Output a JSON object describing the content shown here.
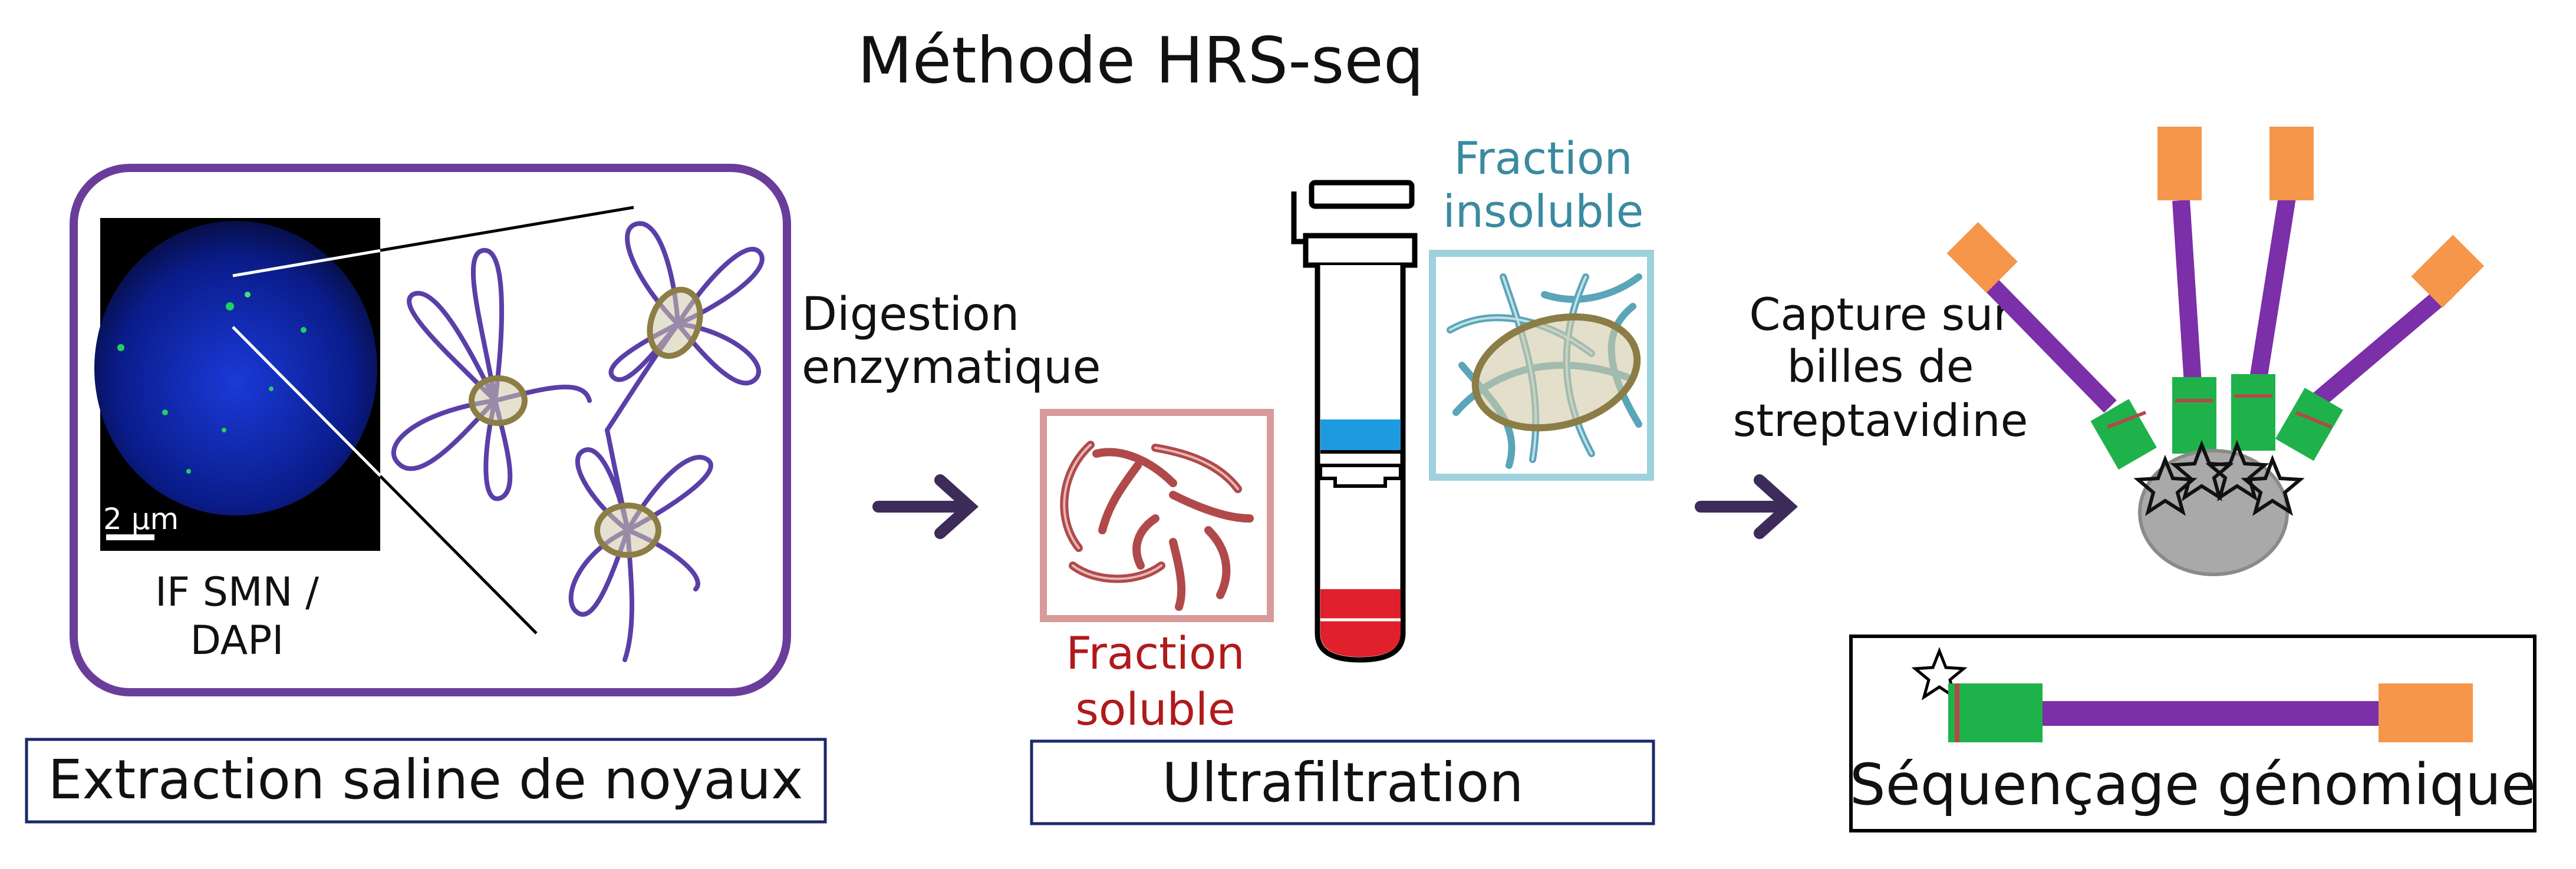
{
  "title": "Méthode HRS-seq",
  "panel1": {
    "scale_bar": "2 µm",
    "caption_line1": "IF SMN /",
    "caption_line2": "DAPI",
    "label": "Extraction saline de noyaux"
  },
  "step1": {
    "line1": "Digestion",
    "line2": "enzymatique"
  },
  "panel2": {
    "soluble_line1": "Fraction",
    "soluble_line2": "soluble",
    "insoluble_line1": "Fraction",
    "insoluble_line2": "insoluble",
    "label": "Ultrafiltration"
  },
  "step2": {
    "line1": "Capture sur",
    "line2": "billes de",
    "line3": "streptavidine"
  },
  "panel3": {
    "label": "Séquençage génomique"
  },
  "colors": {
    "purple": "#6a3d9a",
    "dark_purple": "#3d2b5a",
    "olive": "#8b7d45",
    "soluble_red": "#b03a3a",
    "insoluble_teal": "#3a8aa0",
    "orange": "#f5964a",
    "green": "#1fb24a",
    "blue_band": "#1e9be0",
    "red_band": "#e0202a"
  }
}
